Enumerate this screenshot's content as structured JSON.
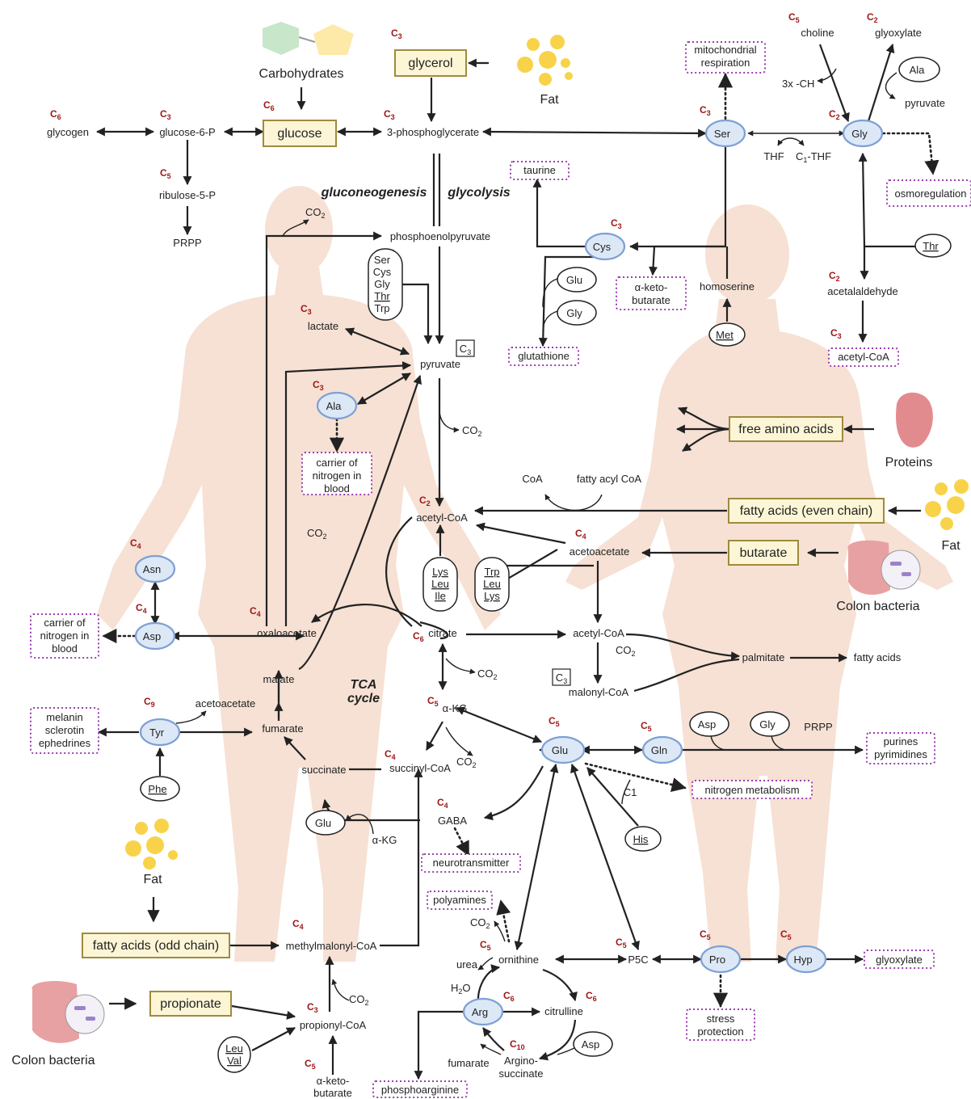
{
  "colors": {
    "body": "#f5dccd",
    "oval_fill": "#dde8f7",
    "oval_stroke": "#7ea0d4",
    "box_fill": "#fdf6d6",
    "box_stroke": "#a08a3c",
    "dotted": "#9c3fb0",
    "carbon": "#a01818"
  },
  "sources": {
    "carbohydrates": "Carbohydrates",
    "fat": "Fat",
    "proteins": "Proteins",
    "colon_bacteria": "Colon bacteria"
  },
  "boxes": {
    "glycerol": "glycerol",
    "glucose": "glucose",
    "free_aa": "free amino acids",
    "fa_even": "fatty acids (even chain)",
    "butarate": "butarate",
    "fa_odd": "fatty acids (odd chain)",
    "propionate": "propionate"
  },
  "dotted": {
    "mito": "mitochondrial respiration",
    "osmo": "osmoregulation",
    "taurine": "taurine",
    "ketobut": "α-keto-butarate",
    "glutathione": "glutathione",
    "acetylcoa": "acetyl-CoA",
    "carrier1": "carrier of nitrogen in blood",
    "carrier2": "carrier of nitrogen in blood",
    "melanin": "melanin sclerotin ephedrines",
    "purines": "purines pyrimidines",
    "nitrogen": "nitrogen metabolism",
    "neuro": "neurotransmitter",
    "polyamines": "polyamines",
    "phospho": "phosphoarginine",
    "stress": "stress protection",
    "glyoxylate": "glyoxylate"
  },
  "aa": {
    "ser": "Ser",
    "gly": "Gly",
    "cys": "Cys",
    "ala": "Ala",
    "asn": "Asn",
    "asp": "Asp",
    "tyr": "Tyr",
    "glu": "Glu",
    "gln": "Gln",
    "arg": "Arg",
    "pro": "Pro",
    "hyp": "Hyp"
  },
  "ellipses": {
    "ala_top": "Ala",
    "thr": "Thr",
    "met": "Met",
    "glu_c": "Glu",
    "gly_c": "Gly",
    "phe": "Phe",
    "glu_g": "Glu",
    "his": "His",
    "asp_p": "Asp",
    "gly_p": "Gly",
    "asp_u": "Asp",
    "leuval": "Leu Val"
  },
  "stacks": {
    "sercys": [
      "Ser",
      "Cys",
      "Gly",
      "Thr",
      "Trp"
    ],
    "lys": [
      "Lys",
      "Leu",
      "Ile"
    ],
    "trp": [
      "Trp",
      "Leu",
      "Lys"
    ]
  },
  "labels": {
    "glycogen": "glycogen",
    "g6p": "glucose-6-P",
    "r5p": "ribulose-5-P",
    "prpp": "PRPP",
    "pg3": "3-phosphoglycerate",
    "gng": "gluconeogenesis",
    "gly": "glycolysis",
    "pep": "phosphoenolpyruvate",
    "lactate": "lactate",
    "pyruvate": "pyruvate",
    "co2": "CO",
    "acoa": "acetyl-CoA",
    "coa": "CoA",
    "fac": "fatty acyl CoA",
    "acac": "acetoacetate",
    "oaa": "oxaloacetate",
    "citrate": "citrate",
    "acoa2": "acetyl-CoA",
    "malcoa": "malonyl-CoA",
    "palm": "palmitate",
    "fa": "fatty acids",
    "malate": "malate",
    "tca": "TCA cycle",
    "akg": "α-KG",
    "fum": "fumarate",
    "succ": "succinate",
    "succoa": "succinyl-CoA",
    "gaba": "GABA",
    "akg2": "α-KG",
    "mmcoa": "methylmalonyl-CoA",
    "propcoa": "propionyl-CoA",
    "akb": "α-keto-butarate",
    "choline": "choline",
    "glyox": "glyoxylate",
    "ch3": "3x -CH",
    "pyr2": "pyruvate",
    "thf": "THF",
    "c1thf": "C -THF",
    "homoser": "homoserine",
    "acald": "acetalaldehyde",
    "prpp2": "PRPP",
    "c1": "C1",
    "orn": "ornithine",
    "p5c": "P5C",
    "urea": "urea",
    "h2o": "H O",
    "citr": "citrulline",
    "arsucc": "Argino-succinate",
    "fum2": "fumarate"
  }
}
